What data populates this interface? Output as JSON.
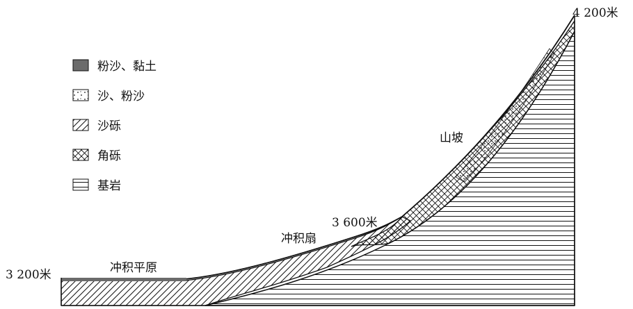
{
  "legend": [
    {
      "key": "silt_clay",
      "label": "粉沙、黏土"
    },
    {
      "key": "sand_silt",
      "label": "沙、粉沙"
    },
    {
      "key": "sandy_gravel",
      "label": "沙砾"
    },
    {
      "key": "angular_gravel",
      "label": "角砾"
    },
    {
      "key": "bedrock",
      "label": "基岩"
    }
  ],
  "labels": {
    "elev_low": "3 200米",
    "elev_mid": "3 600米",
    "elev_high": "4 200米",
    "plain": "冲积平原",
    "fan": "冲积扇",
    "slope": "山坡"
  },
  "colors": {
    "silt_clay": "#6b6b6b",
    "line": "#111111"
  }
}
